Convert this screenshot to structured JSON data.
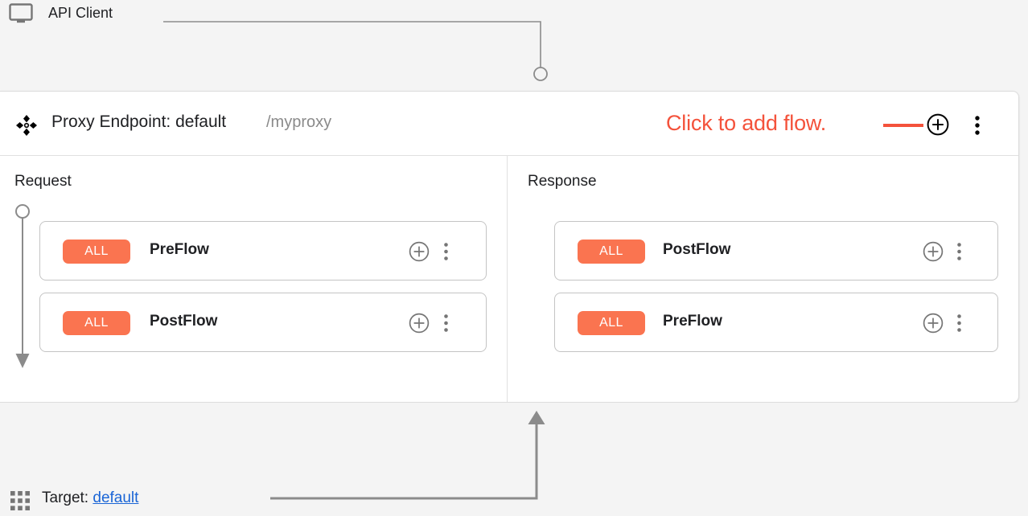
{
  "client": {
    "label": "API Client",
    "icon": "monitor-icon"
  },
  "proxy": {
    "move_icon": "move-handle-icon",
    "title": "Proxy Endpoint: default",
    "path": "/myproxy",
    "add_flow_icon": "plus-circle-icon",
    "more_menu_icon": "kebab-menu-icon"
  },
  "annotation": {
    "text": "Click to add flow.",
    "color": "#f4523b"
  },
  "columns": [
    {
      "title": "Request",
      "direction": "down",
      "rows": [
        {
          "badge": "ALL",
          "name": "PreFlow",
          "add_icon": "plus-circle-icon",
          "menu_icon": "kebab-menu-icon"
        },
        {
          "badge": "ALL",
          "name": "PostFlow",
          "add_icon": "plus-circle-icon",
          "menu_icon": "kebab-menu-icon"
        }
      ]
    },
    {
      "title": "Response",
      "direction": "up",
      "rows": [
        {
          "badge": "ALL",
          "name": "PostFlow",
          "add_icon": "plus-circle-icon",
          "menu_icon": "kebab-menu-icon"
        },
        {
          "badge": "ALL",
          "name": "PreFlow",
          "add_icon": "plus-circle-icon",
          "menu_icon": "kebab-menu-icon"
        }
      ]
    }
  ],
  "target": {
    "icon": "grid-apps-icon",
    "label": "Target: ",
    "link": "default"
  },
  "colors": {
    "badge_orange": "#fa7450",
    "link_blue": "#1a65d6",
    "annotation_red": "#f4523b",
    "connector_gray": "#808080",
    "page_bg": "#f4f4f4",
    "card_bg": "#ffffff"
  }
}
